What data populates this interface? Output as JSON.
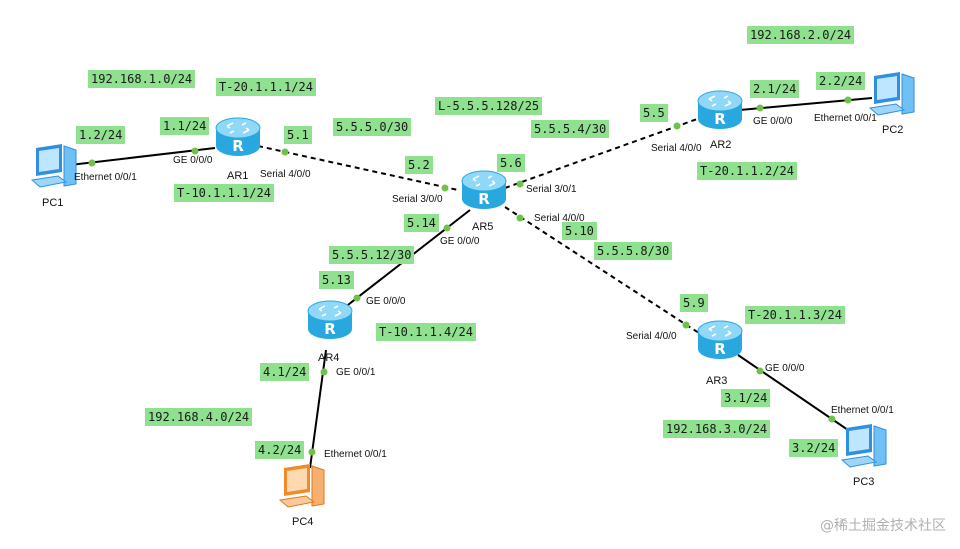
{
  "devices": {
    "ar1": "AR1",
    "ar2": "AR2",
    "ar3": "AR3",
    "ar4": "AR4",
    "ar5": "AR5",
    "pc1": "PC1",
    "pc2": "PC2",
    "pc3": "PC3",
    "pc4": "PC4"
  },
  "networks": {
    "lan1": "192.168.1.0/24",
    "lan2": "192.168.2.0/24",
    "lan3": "192.168.3.0/24",
    "lan4": "192.168.4.0/24",
    "ar1_ar5": "5.5.5.0/30",
    "ar2_ar5": "5.5.5.4/30",
    "ar3_ar5": "5.5.5.8/30",
    "ar4_ar5": "5.5.5.12/30",
    "ar5_loopback": "L-5.5.5.128/25",
    "ar1_t_top": "T-20.1.1.1/24",
    "ar1_t_bottom": "T-10.1.1.1/24",
    "ar2_t": "T-20.1.1.2/24",
    "ar3_t": "T-20.1.1.3/24",
    "ar4_t": "T-10.1.1.4/24"
  },
  "addresses": {
    "pc1": "1.2/24",
    "ar1_ge": "1.1/24",
    "ar1_s": "5.1",
    "ar5_s30": "5.2",
    "ar5_s31": "5.6",
    "ar5_ge": "5.14",
    "ar5_s40": "5.10",
    "ar2_s": "5.5",
    "ar2_ge": "2.1/24",
    "pc2": "2.2/24",
    "ar3_s": "5.9",
    "ar3_ge": "3.1/24",
    "pc3": "3.2/24",
    "ar4_ge0": "5.13",
    "ar4_ge1": "4.1/24",
    "pc4": "4.2/24"
  },
  "ports": {
    "pc1_eth": "Ethernet 0/0/1",
    "ar1_ge": "GE 0/0/0",
    "ar1_s": "Serial 4/0/0",
    "ar5_s30": "Serial 3/0/0",
    "ar5_s31": "Serial 3/0/1",
    "ar5_s40": "Serial 4/0/0",
    "ar5_ge": "GE 0/0/0",
    "ar2_s": "Serial 4/0/0",
    "ar2_ge": "GE 0/0/0",
    "pc2_eth": "Ethernet 0/0/1",
    "ar3_s": "Serial 4/0/0",
    "ar3_ge": "GE 0/0/0",
    "pc3_eth": "Ethernet 0/0/1",
    "ar4_ge0": "GE 0/0/0",
    "ar4_ge1": "GE 0/0/1",
    "pc4_eth": "Ethernet 0/0/1"
  },
  "watermark": "@稀土掘金技术社区",
  "colors": {
    "label_bg": "#8fe08f",
    "link": "#000000",
    "endpoint": "#6ec24a",
    "router_body": "#29a8e0",
    "router_top": "#8fd8f8",
    "pc_blue": "#2f8fe0",
    "pc_orange": "#f08a2a"
  }
}
